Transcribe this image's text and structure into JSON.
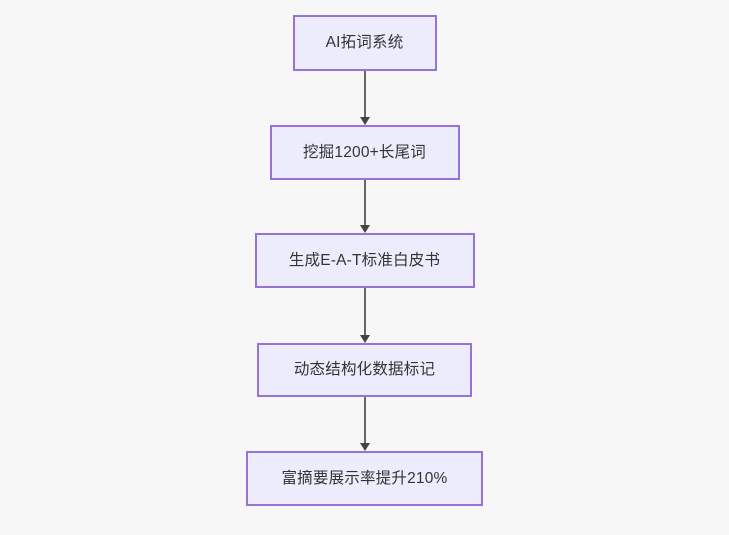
{
  "diagram": {
    "type": "flowchart",
    "direction": "top-to-bottom",
    "background_color": "#f7f7f7",
    "node_fill_color": "#ececfd",
    "node_border_color": "#9673d4",
    "node_text_color": "#333333",
    "connector_color": "#666666",
    "arrowhead_color": "#444444",
    "nodes": [
      {
        "id": "node-0",
        "label": "AI拓词系统"
      },
      {
        "id": "node-1",
        "label": "挖掘1200+长尾词"
      },
      {
        "id": "node-2",
        "label": "生成E-A-T标准白皮书"
      },
      {
        "id": "node-3",
        "label": "动态结构化数据标记"
      },
      {
        "id": "node-4",
        "label": "富摘要展示率提升210%"
      }
    ],
    "edges": [
      {
        "from": "node-0",
        "to": "node-1",
        "label": ""
      },
      {
        "from": "node-1",
        "to": "node-2",
        "label": ""
      },
      {
        "from": "node-2",
        "to": "node-3",
        "label": ""
      },
      {
        "from": "node-3",
        "to": "node-4",
        "label": ""
      }
    ]
  }
}
